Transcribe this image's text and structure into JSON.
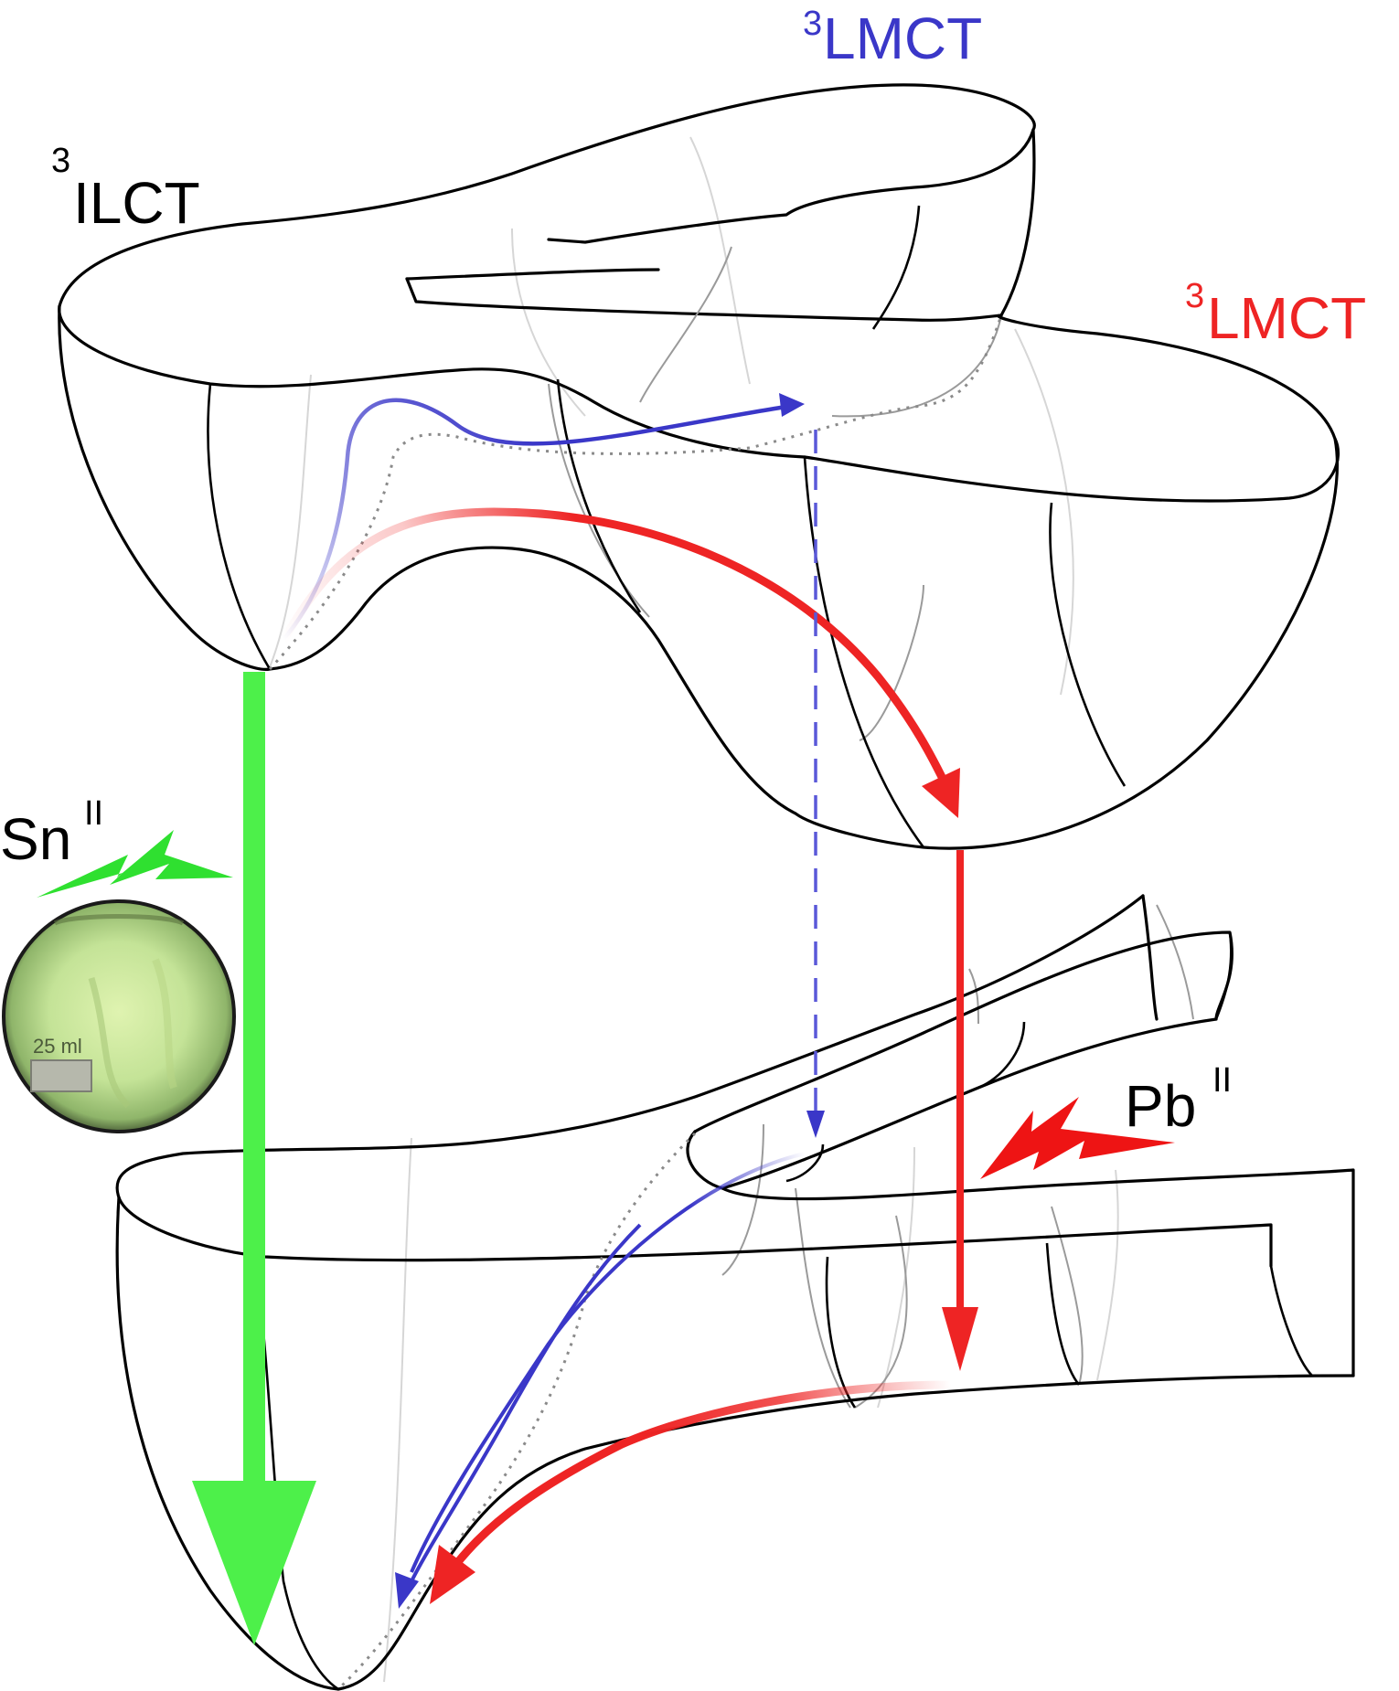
{
  "labels": {
    "ilct": {
      "sup": "3",
      "text": "ILCT"
    },
    "lmct_blue": {
      "sup": "3",
      "text": "LMCT"
    },
    "lmct_red": {
      "sup": "3",
      "text": "LMCT"
    },
    "sn": {
      "text": "Sn",
      "sup": "II"
    },
    "pb": {
      "text": "Pb",
      "sup": "II"
    },
    "flask": "25 ml"
  },
  "colors": {
    "ilct": "#000000",
    "lmct_blue": "#3a37c8",
    "lmct_red": "#ee2424",
    "emission_green": "#4df04a",
    "surface_line": "#000000",
    "flask_glow": "#cfe9a0"
  },
  "icons": {
    "sn_flash": "lightning-bolt",
    "pb_flash": "lightning-bolt",
    "flask": "round-bottom-flask-photo"
  }
}
